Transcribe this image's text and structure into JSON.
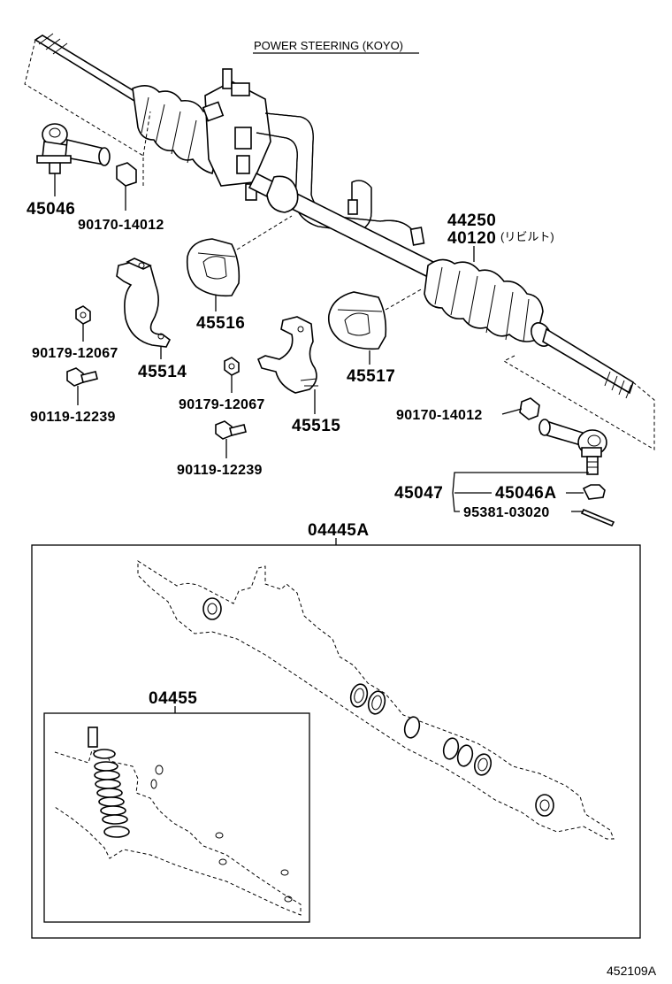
{
  "diagram": {
    "title": "POWER STEERING (KOYO)",
    "footer_code": "452109A",
    "labels": {
      "p45046_left": "45046",
      "p90170_left": "90170-14012",
      "p44250": "44250",
      "p40120": "40120",
      "p40120_note": "(リビルト)",
      "p45516": "45516",
      "p45514": "45514",
      "p90179_a": "90179-12067",
      "p90119_a": "90119-12239",
      "p45517": "45517",
      "p90179_b": "90179-12067",
      "p45515": "45515",
      "p90170_right": "90170-14012",
      "p90119_b": "90119-12239",
      "p45047": "45047",
      "p45046A": "45046A",
      "p95381": "95381-03020",
      "p04445A": "04445A",
      "p04455": "04455"
    }
  }
}
